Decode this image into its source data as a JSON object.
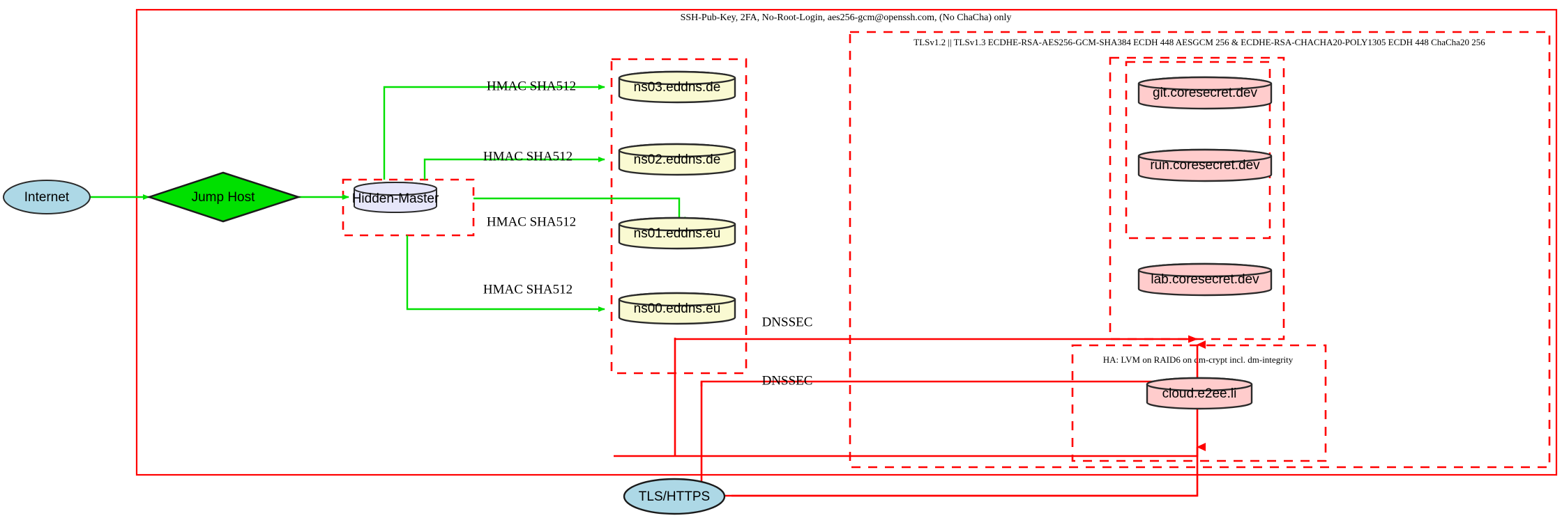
{
  "diagram": {
    "title_label": "SSH-Pub-Key, 2FA, No-Root-Login, aes256-gcm@openssh.com, (No ChaCha) only",
    "clusters": [
      {
        "id": "outer",
        "label": "SSH-Pub-Key, 2FA, No-Root-Login, aes256-gcm@openssh.com, (No ChaCha) only",
        "style": "solid",
        "color": "#ff0000"
      },
      {
        "id": "tls",
        "label": "TLSv1.2 || TLSv1.3 ECDHE-RSA-AES256-GCM-SHA384 ECDH 448 AESGCM 256 & ECDHE-RSA-CHACHA20-POLY1305 ECDH 448 ChaCha20 256",
        "style": "dashed",
        "color": "#ff0000"
      },
      {
        "id": "ha",
        "label": "HA: LVM on RAID6 on dm-crypt incl. dm-integrity",
        "style": "dashed",
        "color": "#ff0000"
      },
      {
        "id": "dns",
        "label": "",
        "style": "dashed",
        "color": "#ff0000"
      },
      {
        "id": "hidden",
        "label": "",
        "style": "dashed",
        "color": "#ff0000"
      },
      {
        "id": "coresecret",
        "label": "",
        "style": "dashed",
        "color": "#ff0000"
      },
      {
        "id": "coresecret-inner",
        "label": "",
        "style": "dashed",
        "color": "#ff0000"
      }
    ],
    "nodes": [
      {
        "id": "internet",
        "label": "Internet",
        "shape": "ellipse",
        "fill": "#add8e6"
      },
      {
        "id": "jumphost",
        "label": "Jump Host",
        "shape": "diamond",
        "fill": "#00e000"
      },
      {
        "id": "hidden-master",
        "label": "Hidden-Master",
        "shape": "cylinder",
        "fill": "#e6e6fa"
      },
      {
        "id": "ns03",
        "label": "ns03.eddns.de",
        "shape": "cylinder",
        "fill": "#fafad2"
      },
      {
        "id": "ns02",
        "label": "ns02.eddns.de",
        "shape": "cylinder",
        "fill": "#fafad2"
      },
      {
        "id": "ns01",
        "label": "ns01.eddns.eu",
        "shape": "cylinder",
        "fill": "#fafad2"
      },
      {
        "id": "ns00",
        "label": "ns00.eddns.eu",
        "shape": "cylinder",
        "fill": "#fafad2"
      },
      {
        "id": "git",
        "label": "git.coresecret.dev",
        "shape": "cylinder",
        "fill": "#ffcccc"
      },
      {
        "id": "run",
        "label": "run.coresecret.dev",
        "shape": "cylinder",
        "fill": "#ffcccc"
      },
      {
        "id": "lab",
        "label": "lab.coresecret.dev",
        "shape": "cylinder",
        "fill": "#ffcccc"
      },
      {
        "id": "cloud",
        "label": "cloud.e2ee.li",
        "shape": "cylinder",
        "fill": "#ffcccc"
      },
      {
        "id": "tlshttps",
        "label": "TLS/HTTPS",
        "shape": "ellipse",
        "fill": "#add8e6"
      }
    ],
    "edges": [
      {
        "from": "internet",
        "to": "jumphost",
        "label": "",
        "color": "#00e000"
      },
      {
        "from": "jumphost",
        "to": "hidden-master",
        "label": "",
        "color": "#00e000"
      },
      {
        "from": "hidden-master",
        "to": "ns03",
        "label": "HMAC SHA512",
        "color": "#00e000"
      },
      {
        "from": "hidden-master",
        "to": "ns02",
        "label": "HMAC SHA512",
        "color": "#00e000"
      },
      {
        "from": "hidden-master",
        "to": "ns01",
        "label": "HMAC SHA512",
        "color": "#00e000"
      },
      {
        "from": "hidden-master",
        "to": "ns00",
        "label": "HMAC SHA512",
        "color": "#00e000"
      },
      {
        "from": "dns",
        "to": "coresecret",
        "label": "DNSSEC",
        "color": "#ff0000"
      },
      {
        "from": "dns",
        "to": "ha",
        "label": "DNSSEC",
        "color": "#ff0000"
      },
      {
        "from": "tlshttps",
        "to": "coresecret",
        "label": "",
        "color": "#ff0000"
      },
      {
        "from": "tlshttps",
        "to": "ha",
        "label": "",
        "color": "#ff0000"
      }
    ],
    "edge_labels": {
      "hmac": "HMAC SHA512",
      "dnssec": "DNSSEC"
    },
    "colors": {
      "red": "#ff0000",
      "green": "#00e000",
      "lightblue": "#add8e6",
      "lavender": "#e6e6fa",
      "lightyellow": "#fafad2",
      "pink": "#ffcccc",
      "stroke": "#2a2a2a"
    }
  }
}
